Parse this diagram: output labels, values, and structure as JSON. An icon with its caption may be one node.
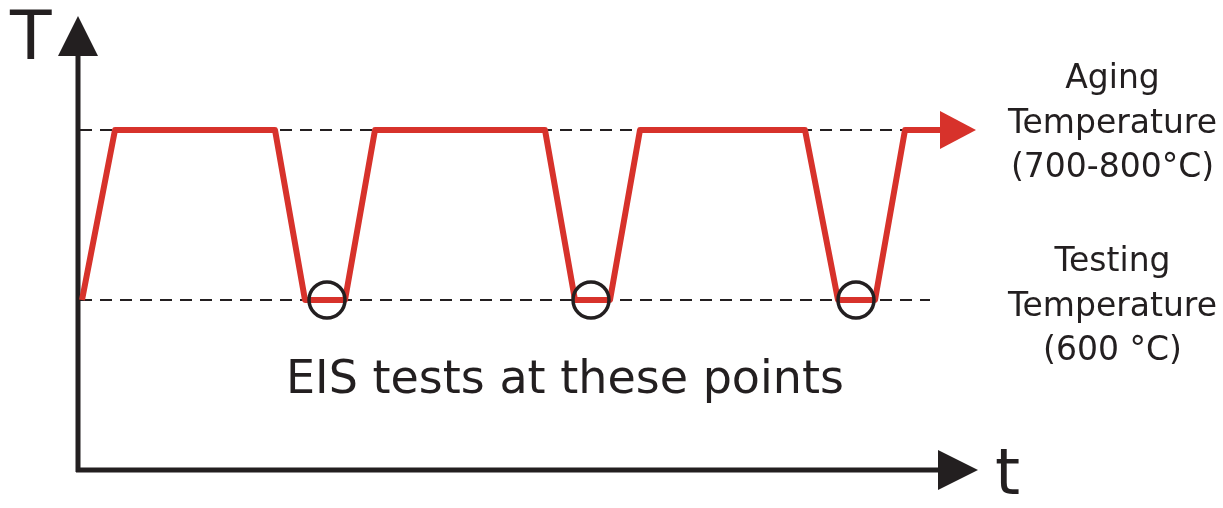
{
  "diagram": {
    "labels": [
      "T",
      "Aging Temperature (700-800°C)",
      "Testing Temperature (600 °C)",
      "EIS tests at these points",
      "t"
    ]
  }
}
